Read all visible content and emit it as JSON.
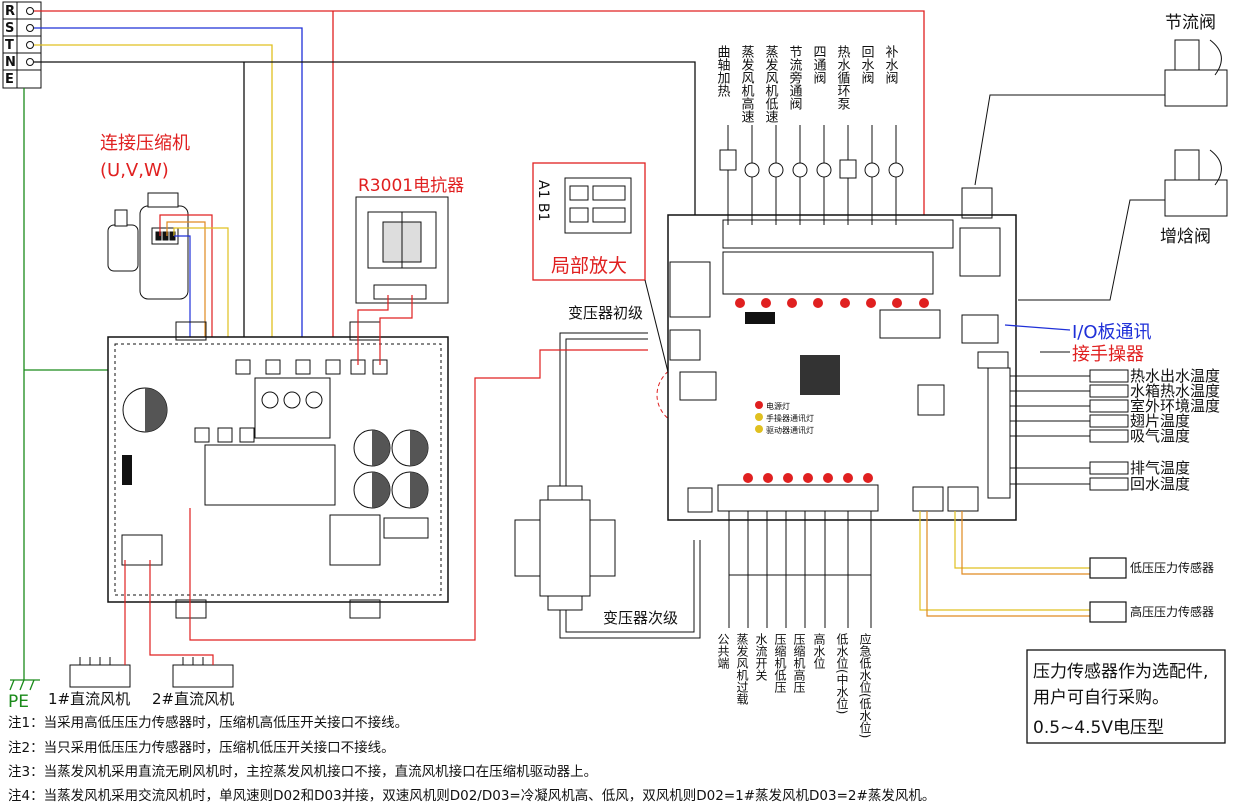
{
  "power_terminals": [
    "R",
    "S",
    "T",
    "N",
    "E"
  ],
  "ground_label": "PE",
  "compressor_label_line1": "连接压缩机",
  "compressor_label_line2": "(U,V,W)",
  "reactor_label": "R3001电抗器",
  "zoom_label": "局部放大",
  "zoom_switch_text": "A1 B1",
  "transformer_primary": "变压器初级",
  "transformer_secondary": "变压器次级",
  "throttle_valve": "节流阀",
  "enthalpy_valve": "增焓阀",
  "io_comm": "I/O板通讯",
  "controller_conn": "接手操器",
  "top_outputs": [
    "曲轴加热",
    "蒸发风机高速",
    "蒸发风机低速",
    "节流旁通阀",
    "四通阀",
    "热水循环泵",
    "回水阀",
    "补水阀"
  ],
  "temp_sensors": [
    "热水出水温度",
    "水箱热水温度",
    "室外环境温度",
    "翅片温度",
    "吸气温度",
    "排气温度",
    "回水温度"
  ],
  "bottom_inputs": [
    "公共端",
    "蒸发风机过载",
    "水流开关",
    "压缩机低压",
    "压缩机高压",
    "高水位",
    "低水位(中水位)",
    "应急低水位(低水位)"
  ],
  "low_pressure_sensor": "低压压力传感器",
  "high_pressure_sensor": "高压压力传感器",
  "leds": [
    "电源灯",
    "手操器通讯灯",
    "驱动器通讯灯"
  ],
  "fan1": "1#直流风机",
  "fan2": "2#直流风机",
  "note_box": [
    "压力传感器作为选配件,",
    "用户可自行采购。",
    "0.5~4.5V电压型"
  ],
  "notes": [
    "注1：当采用高低压压力传感器时，压缩机高低压开关接口不接线。",
    "注2：当只采用低压压力传感器时，压缩机低压开关接口不接线。",
    "注3：当蒸发风机采用直流无刷风机时，主控蒸发风机接口不接，直流风机接口在压缩机驱动器上。",
    "注4：当蒸发风机采用交流风机时，单风速则D02和D03并接，双速风机则D02/D03=冷凝风机高、低风，双风机则D02=1#蒸发风机D03=2#蒸发风机。"
  ],
  "colors": {
    "red": "#e02020",
    "blue": "#1f30d8",
    "green": "#1a8a1a",
    "yellow": "#e0c020",
    "orange": "#e08a20",
    "black": "#111111"
  }
}
